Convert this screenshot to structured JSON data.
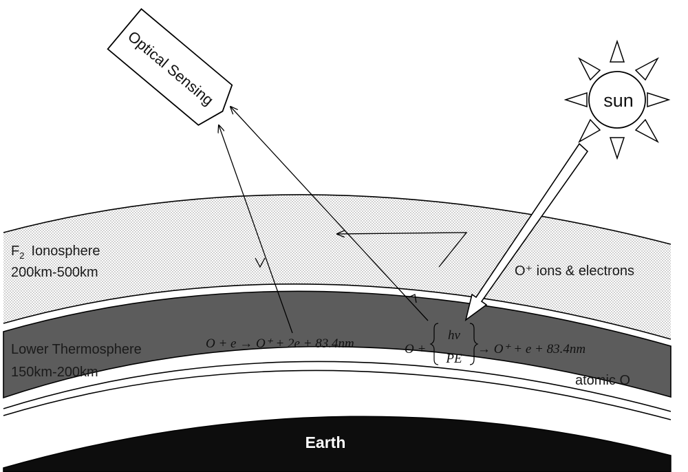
{
  "labels": {
    "optical_sensing": "Optical Sensing",
    "sun": "sun",
    "ionosphere_name_prefix": "F",
    "ionosphere_name_sub": "2",
    "ionosphere_name_suffix": "Ionosphere",
    "ionosphere_range": "200km-500km",
    "ions": "O⁺ ions & electrons",
    "thermosphere_name": "Lower Thermosphere",
    "thermosphere_range": "150km-200km",
    "atomic_o": "atomic O",
    "earth": "Earth"
  },
  "equations": {
    "left": "O + e → O⁺ + 2e + 83.4nm",
    "right_prefix": "O +",
    "right_top": "hν",
    "right_bottom": "PE",
    "right_suffix": "→ O⁺ + e + 83.4nm"
  },
  "colors": {
    "thermosphere_fill": "#5c5c5c",
    "earth_fill": "#0d0d0d",
    "ionosphere_dots": "#8a8a8a",
    "line": "#000000"
  }
}
